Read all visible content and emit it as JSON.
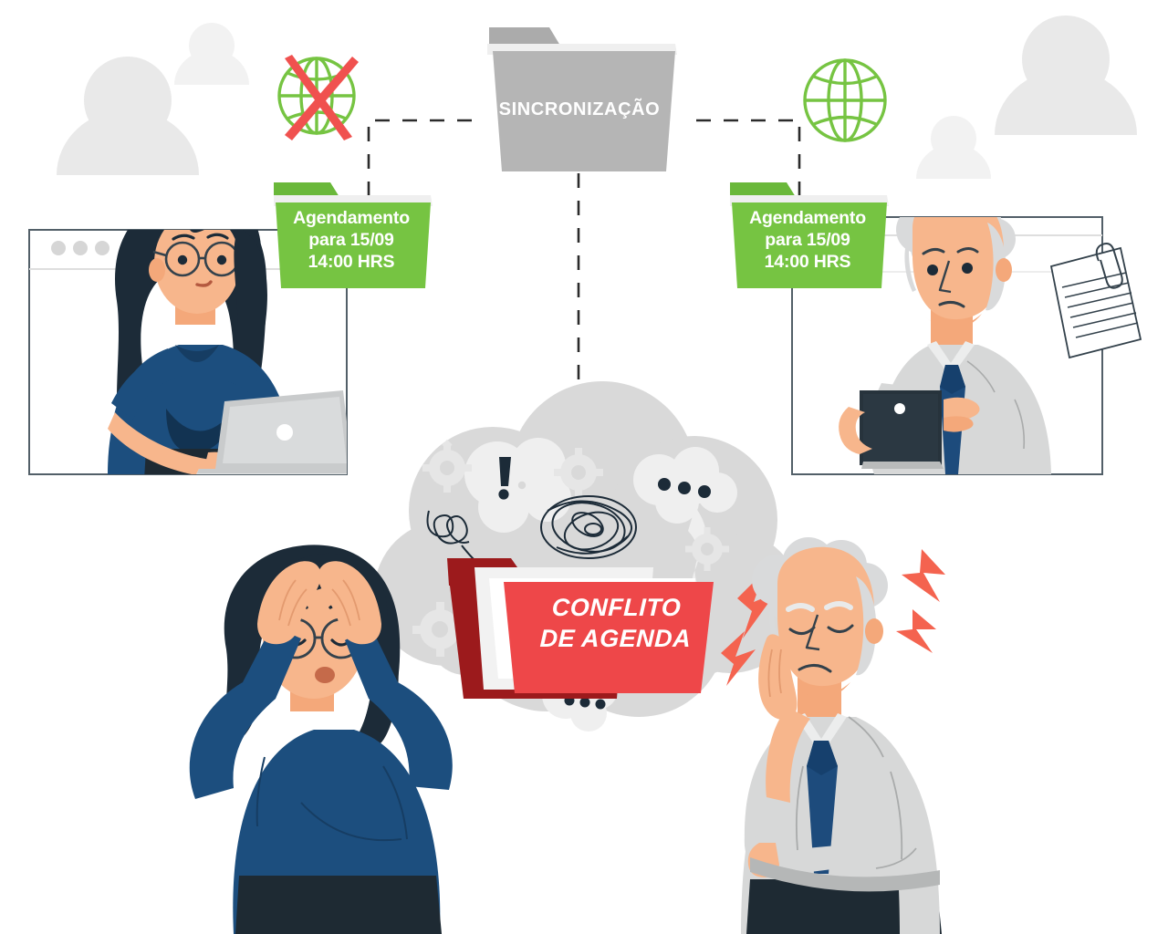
{
  "illustration": {
    "title": "Conflito de agenda por falta de sincronizacao",
    "language": "pt-BR"
  },
  "colors": {
    "green_folder": "#76c442",
    "green_folder_tab": "#6ab83a",
    "green_globe": "#76c442",
    "red_cross": "#f0514f",
    "red_folder": "#ee4749",
    "red_folder_back": "#9c1a1c",
    "red_lightning": "#f4634f",
    "gray_folder": "#b5b5b5",
    "gray_folder_tab": "#ababab",
    "cloud_gray": "#d9d9d9",
    "cloud_light": "#efefef",
    "avatar_gray": "#e9e9e9",
    "skin": "#f7b68c",
    "hair_dark": "#1c2b38",
    "shirt_blue": "#1c4e7e",
    "shirt_blue_dark": "#163d63",
    "shirt_gray": "#d7d8d8",
    "tie_navy": "#1d4b7c",
    "laptop_gray": "#d4d6d7",
    "tablet_dark": "#27333c",
    "skirt_dark": "#1e2a33",
    "line_dashed": "#2b2b2b",
    "window_border": "#525f68",
    "text_white": "#ffffff"
  },
  "nodes": {
    "sync_folder": {
      "label": "SINCRONIZAÇÃO",
      "kind": "folder",
      "color": "#b5b5b5"
    },
    "left_folder": {
      "label": "Agendamento\npara 15/09\n14:00 HRS",
      "line1": "Agendamento",
      "line2": "para 15/09",
      "line3": "14:00 HRS",
      "kind": "folder",
      "color": "#76c442"
    },
    "right_folder": {
      "label": "Agendamento\npara 15/09\n14:00 HRS",
      "line1": "Agendamento",
      "line2": "para 15/09",
      "line3": "14:00 HRS",
      "kind": "folder",
      "color": "#76c442"
    },
    "conflict_folder": {
      "line1": "CONFLITO",
      "line2": "DE AGENDA",
      "label": "CONFLITO DE AGENDA",
      "kind": "folder",
      "color": "#ee4749"
    }
  },
  "icons": {
    "globe_left": {
      "name": "globe-crossed-icon",
      "state": "crossed-out",
      "color": "#76c442",
      "cross_color": "#f0514f"
    },
    "globe_right": {
      "name": "globe-icon",
      "state": "ok",
      "color": "#76c442"
    },
    "cloud": {
      "name": "stress-cloud-icon"
    },
    "exclamation": {
      "name": "exclamation-mark-icon",
      "glyph": "!"
    },
    "ellipsis": {
      "name": "ellipsis-dots-icon",
      "glyph": "•••"
    },
    "gears": {
      "name": "gear-icon",
      "count": 4
    },
    "scribble": {
      "name": "scribble-icon"
    },
    "spiral": {
      "name": "spiral-icon"
    },
    "lightning": {
      "name": "lightning-bolt-icon",
      "count": 4,
      "color": "#f4634f"
    },
    "paperclip_doc": {
      "name": "document-paperclip-icon"
    }
  },
  "characters": {
    "top_left": {
      "name": "woman-at-laptop",
      "description": "Mulher de cabelo cacheado escuro com óculos usando notebook",
      "shirt": "#1c4e7e"
    },
    "top_right": {
      "name": "man-with-tablet",
      "description": "Homem de cabelo grisalho com camisa cinza e gravata azul segurando tablet",
      "shirt": "#d7d8d8"
    },
    "bottom_left": {
      "name": "stressed-woman",
      "description": "Mulher estressada com as mãos na cabeça",
      "shirt": "#1c4e7e"
    },
    "bottom_right": {
      "name": "stressed-man",
      "description": "Homem com dor de cabeça, mão na têmpora",
      "shirt": "#d7d8d8"
    }
  },
  "windows": {
    "left": {
      "name": "browser-window-left",
      "dots": 3
    },
    "right": {
      "name": "browser-window-right",
      "dots": 0
    }
  },
  "background_avatars": [
    {
      "name": "avatar-large-left",
      "size": "large"
    },
    {
      "name": "avatar-small-left",
      "size": "small"
    },
    {
      "name": "avatar-large-right",
      "size": "large"
    },
    {
      "name": "avatar-small-right",
      "size": "small"
    }
  ]
}
